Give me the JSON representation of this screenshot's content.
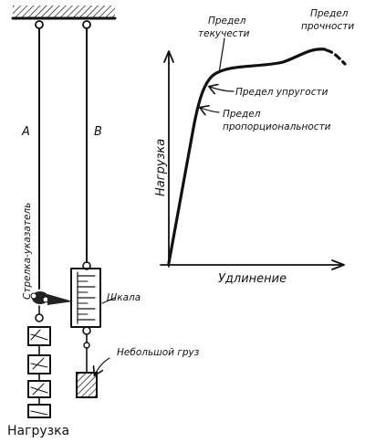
{
  "labels": {
    "wire_a": "A",
    "wire_b": "B",
    "pointer": "Стрелка-указатель",
    "scale": "Шкала",
    "small_weight": "Небольшой груз",
    "load": "Нагрузка",
    "y_axis": "Нагрузка",
    "x_axis": "Удлинение",
    "yield_limit_line1": "Предел",
    "yield_limit_line2": "текучести",
    "strength_limit_line1": "Предел",
    "strength_limit_line2": "прочности",
    "elastic_limit": "Предел упругости",
    "proportional_limit_line1": "Предел",
    "proportional_limit_line2": "пропорциональности"
  }
}
